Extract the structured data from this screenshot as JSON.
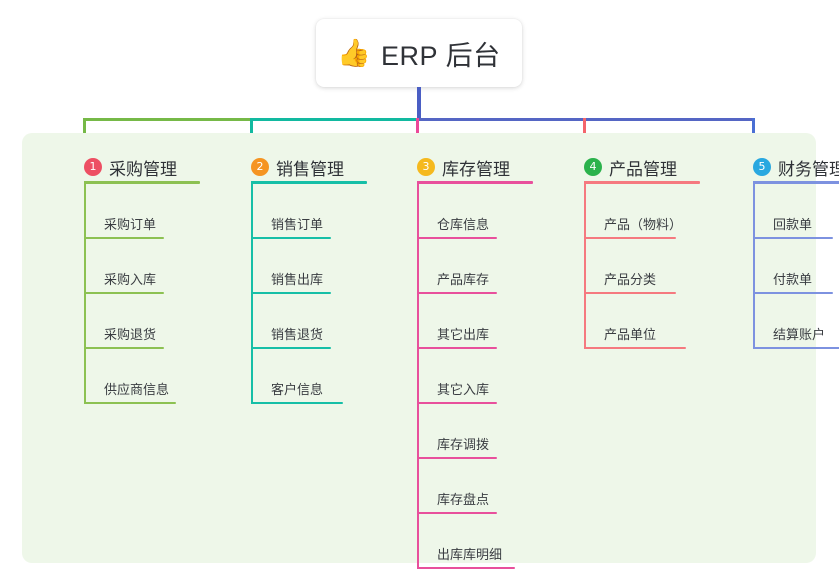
{
  "root": {
    "icon": "thumbs-up-emoji",
    "icon_glyph": "👍",
    "title": "ERP 后台"
  },
  "colors": {
    "panel_background": "#eef7e9",
    "page_background": "#ffffff",
    "trunk_line": "#4a5ec4",
    "connector_green": "#76b947",
    "connector_teal": "#12b9a0",
    "connector_blue": "#5566c4",
    "drop_green": "#76b947",
    "drop_teal": "#12b9a0",
    "drop_pink": "#ec4899",
    "drop_red": "#f4656b",
    "drop_blue": "#4a6fd4",
    "text": "#2f3237"
  },
  "columns": [
    {
      "number": "1",
      "title": "采购管理",
      "badge_color": "#ed4f63",
      "line_color": "#8cc152",
      "items": [
        "采购订单",
        "采购入库",
        "采购退货",
        "供应商信息"
      ]
    },
    {
      "number": "2",
      "title": "销售管理",
      "badge_color": "#f59422",
      "line_color": "#16bfa7",
      "items": [
        "销售订单",
        "销售出库",
        "销售退货",
        "客户信息"
      ]
    },
    {
      "number": "3",
      "title": "库存管理",
      "badge_color": "#f5b91e",
      "line_color": "#e8509c",
      "items": [
        "仓库信息",
        "产品库存",
        "其它出库",
        "其它入库",
        "库存调拨",
        "库存盘点",
        "出库库明细"
      ]
    },
    {
      "number": "4",
      "title": "产品管理",
      "badge_color": "#2bb24c",
      "line_color": "#f5797f",
      "items": [
        "产品（物料）",
        "产品分类",
        "产品单位"
      ]
    },
    {
      "number": "5",
      "title": "财务管理",
      "badge_color": "#29a8e0",
      "line_color": "#7d92e0",
      "items": [
        "回款单",
        "付款单",
        "结算账户"
      ]
    }
  ]
}
